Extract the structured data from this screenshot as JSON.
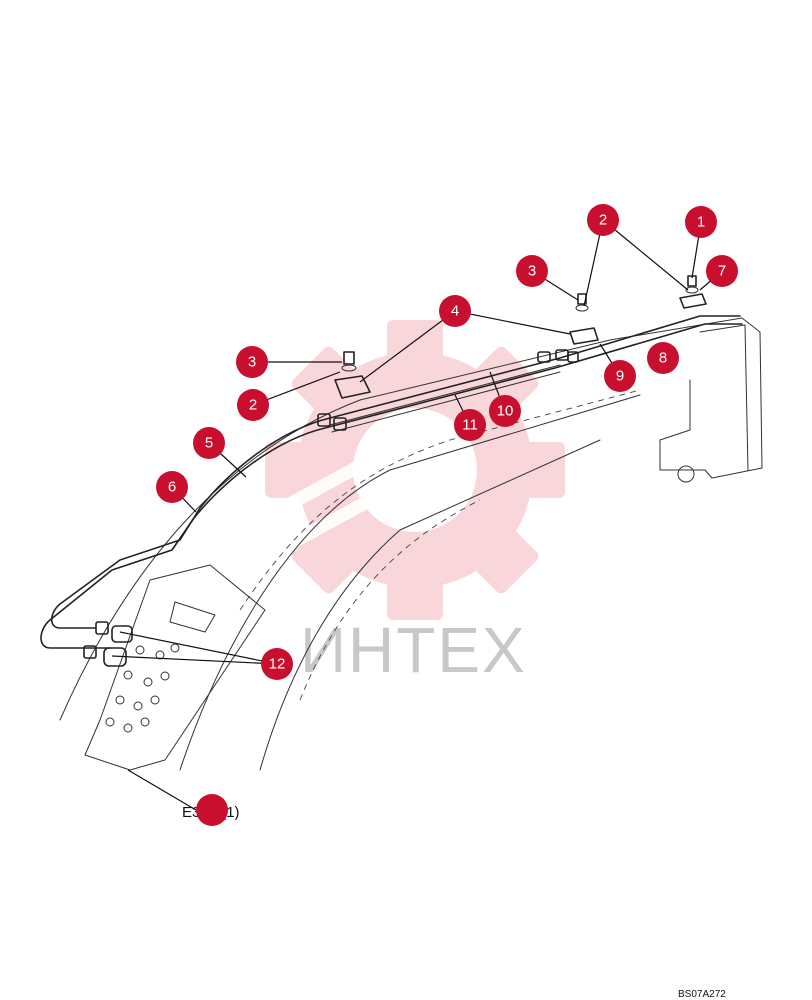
{
  "watermark": {
    "text": "ИНТЕХ",
    "gear_color": "#f6c9cd"
  },
  "reference_text": "E3.02(1)",
  "drawing_code": "BS07A272",
  "callout_color": "#c8102e",
  "callouts": [
    {
      "id": "callout-1",
      "label": "1"
    },
    {
      "id": "callout-2-top",
      "label": "2"
    },
    {
      "id": "callout-3-top",
      "label": "3"
    },
    {
      "id": "callout-7",
      "label": "7"
    },
    {
      "id": "callout-4",
      "label": "4"
    },
    {
      "id": "callout-3-left",
      "label": "3"
    },
    {
      "id": "callout-2-left",
      "label": "2"
    },
    {
      "id": "callout-8",
      "label": "8"
    },
    {
      "id": "callout-9",
      "label": "9"
    },
    {
      "id": "callout-10",
      "label": "10"
    },
    {
      "id": "callout-11",
      "label": "11"
    },
    {
      "id": "callout-5",
      "label": "5"
    },
    {
      "id": "callout-6",
      "label": "6"
    },
    {
      "id": "callout-12",
      "label": "12"
    },
    {
      "id": "callout-ref",
      "label": ""
    }
  ]
}
